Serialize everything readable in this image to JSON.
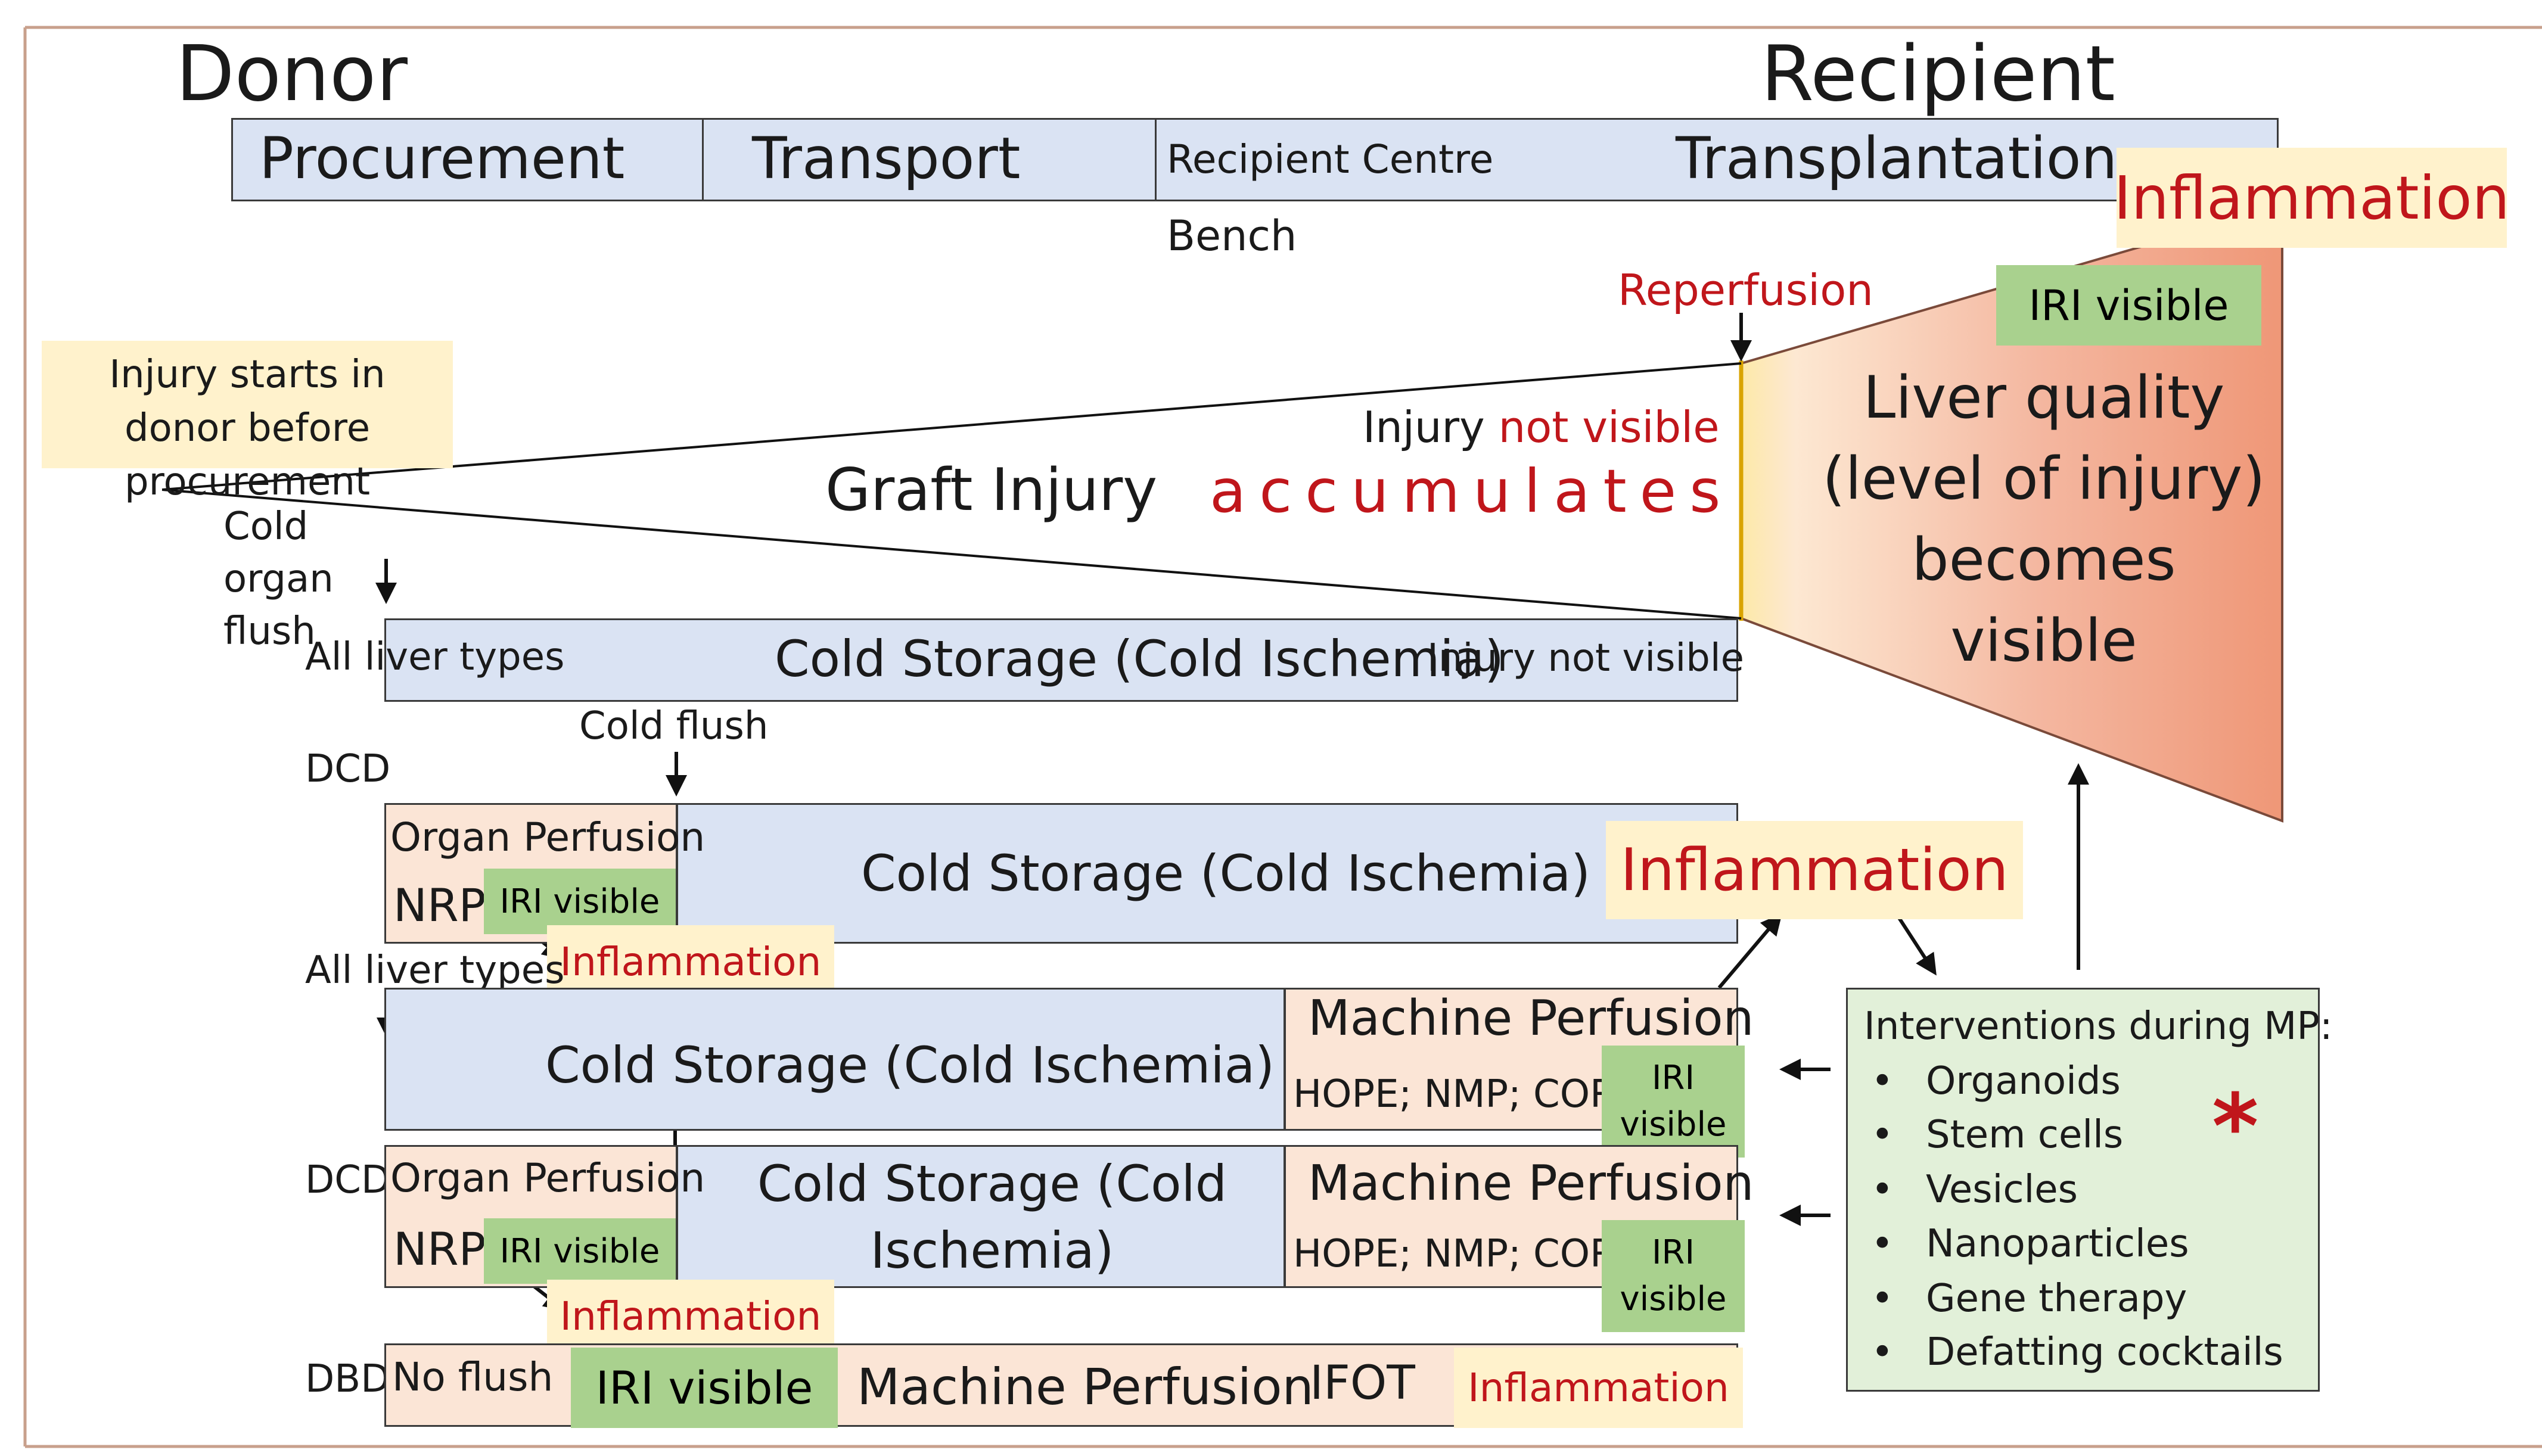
{
  "header": {
    "donor": "Donor",
    "recipient": "Recipient",
    "procurement": "Procurement",
    "transport": "Transport",
    "recipient_centre": "Recipient Centre",
    "transplantation": "Transplantation",
    "bench": "Bench"
  },
  "wedge": {
    "injury_starts": "Injury starts in donor before procurement",
    "graft_injury": "Graft Injury",
    "injury_prefix": "Injury ",
    "not_visible": "not visible",
    "accumulates": "accumulates",
    "reperfusion": "Reperfusion",
    "inflammation": "Inflammation",
    "iri_visible": "IRI visible",
    "liver_quality": "Liver quality (level of injury) becomes visible",
    "cold_organ_flush": "Cold organ flush"
  },
  "row1": {
    "label": "All liver types",
    "cold_storage": "Cold Storage (Cold Ischemia)",
    "injury_not_visible": "Injury not visible",
    "cold_flush": "Cold flush"
  },
  "row2": {
    "label": "DCD",
    "organ_perfusion": "Organ Perfusion",
    "nrp": "NRP",
    "iri_visible": "IRI visible",
    "cold_storage": "Cold Storage (Cold Ischemia)",
    "inflammation_small": "Inflammation",
    "inflammation_big": "Inflammation"
  },
  "row3": {
    "label": "All liver types",
    "cold_storage": "Cold Storage (Cold Ischemia)",
    "machine_perfusion": "Machine Perfusion",
    "modes": "HOPE; NMP; COR",
    "iri_visible": "IRI visible"
  },
  "row4": {
    "label": "DCD",
    "organ_perfusion": "Organ Perfusion",
    "nrp": "NRP",
    "iri_visible": "IRI visible",
    "cold_storage": "Cold Storage (Cold Ischemia)",
    "machine_perfusion": "Machine Perfusion",
    "modes": "HOPE; NMP; COR",
    "iri_visible_mp": "IRI visible",
    "inflammation": "Inflammation"
  },
  "row5": {
    "label": "DBD",
    "no_flush": "No flush",
    "iri_visible": "IRI visible",
    "machine_perfusion": "Machine Perfusion",
    "ifot": "IFOT",
    "inflammation": "Inflammation"
  },
  "interventions": {
    "title": "Interventions during MP:",
    "items": [
      "Organoids",
      "Stem cells",
      "Vesicles",
      "Nanoparticles",
      "Gene therapy",
      "Defatting cocktails"
    ],
    "asterisk": "*"
  },
  "colors": {
    "blue_fill": "#dae3f3",
    "peach_fill": "#fbe5d6",
    "green_fill": "#a9d18e",
    "cream_fill": "#fff2cc",
    "light_green_fill": "#e2f0d9",
    "red_text": "#c0161b",
    "frame": "#c8a08c"
  }
}
